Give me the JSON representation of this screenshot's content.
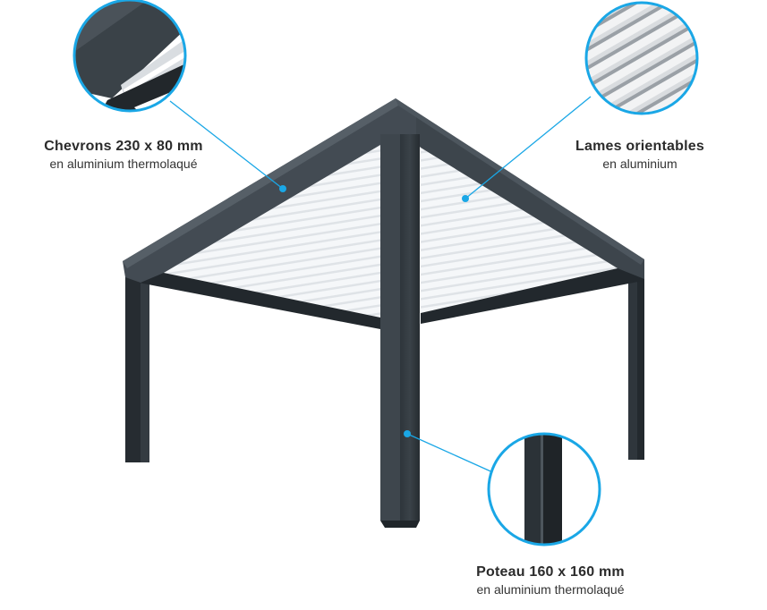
{
  "colors": {
    "frame_dark": "#2a3036",
    "frame_mid": "#434b53",
    "accent": "#1aa7e6",
    "louvre": "#f4f6f8"
  },
  "callouts": {
    "chevrons": {
      "title": "Chevrons 230 x 80 mm",
      "subtitle": "en aluminium thermolaqué"
    },
    "lames": {
      "title": "Lames orientables",
      "subtitle": "en aluminium"
    },
    "poteau": {
      "title": "Poteau 160 x 160 mm",
      "subtitle": "en aluminium thermolaqué"
    }
  }
}
